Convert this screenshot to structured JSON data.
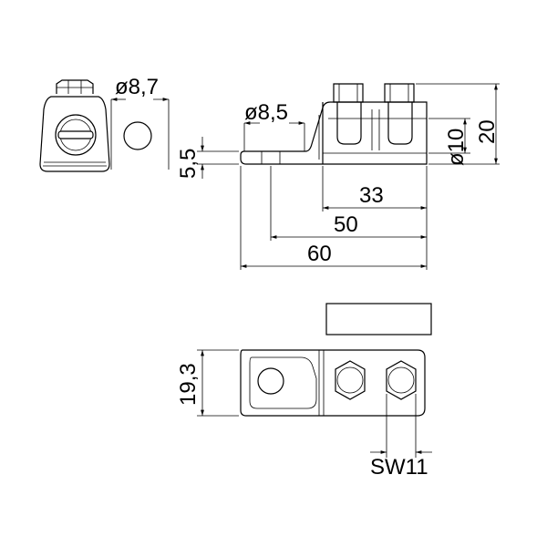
{
  "dimensions": {
    "dia_wire": "ø8,7",
    "dia_hole": "ø8,5",
    "thickness": "5,5",
    "dia_body": "ø10",
    "height": "20",
    "len_33": "33",
    "len_50": "50",
    "len_60": "60",
    "width": "19,3",
    "wrench": "SW11"
  }
}
